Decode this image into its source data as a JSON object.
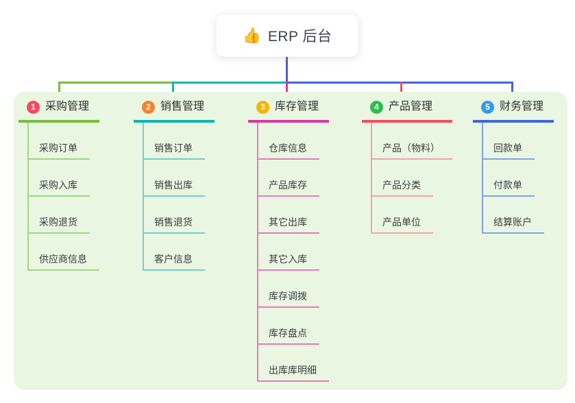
{
  "root": {
    "label": "ERP 后台",
    "icon": "thumbs-up-icon",
    "emoji": "👍"
  },
  "canvas": {
    "panel_background": "#e9f6e2",
    "stem_color": "#4a60d6"
  },
  "branches": [
    {
      "number": "1",
      "label": "采购管理",
      "badge_color": "#f54b62",
      "line_color": "#7cba3d",
      "item_line_color": "#a6d285",
      "items": [
        "采购订单",
        "采购入库",
        "采购退货",
        "供应商信息"
      ]
    },
    {
      "number": "2",
      "label": "销售管理",
      "badge_color": "#f8822d",
      "line_color": "#10b5ac",
      "item_line_color": "#72cfc7",
      "items": [
        "销售订单",
        "销售出库",
        "销售退货",
        "客户信息"
      ]
    },
    {
      "number": "3",
      "label": "库存管理",
      "badge_color": "#f7b500",
      "line_color": "#d63a9e",
      "item_line_color": "#ec77bd",
      "items": [
        "仓库信息",
        "产品库存",
        "其它出库",
        "其它入库",
        "库存调拨",
        "库存盘点",
        "出库库明细"
      ]
    },
    {
      "number": "4",
      "label": "产品管理",
      "badge_color": "#2dbd4f",
      "line_color": "#f34d60",
      "item_line_color": "#f89fad",
      "items": [
        "产品（物料）",
        "产品分类",
        "产品单位"
      ]
    },
    {
      "number": "5",
      "label": "财务管理",
      "badge_color": "#2f9ee9",
      "line_color": "#4463da",
      "item_line_color": "#86a0e6",
      "items": [
        "回款单",
        "付款单",
        "结算账户"
      ]
    }
  ]
}
